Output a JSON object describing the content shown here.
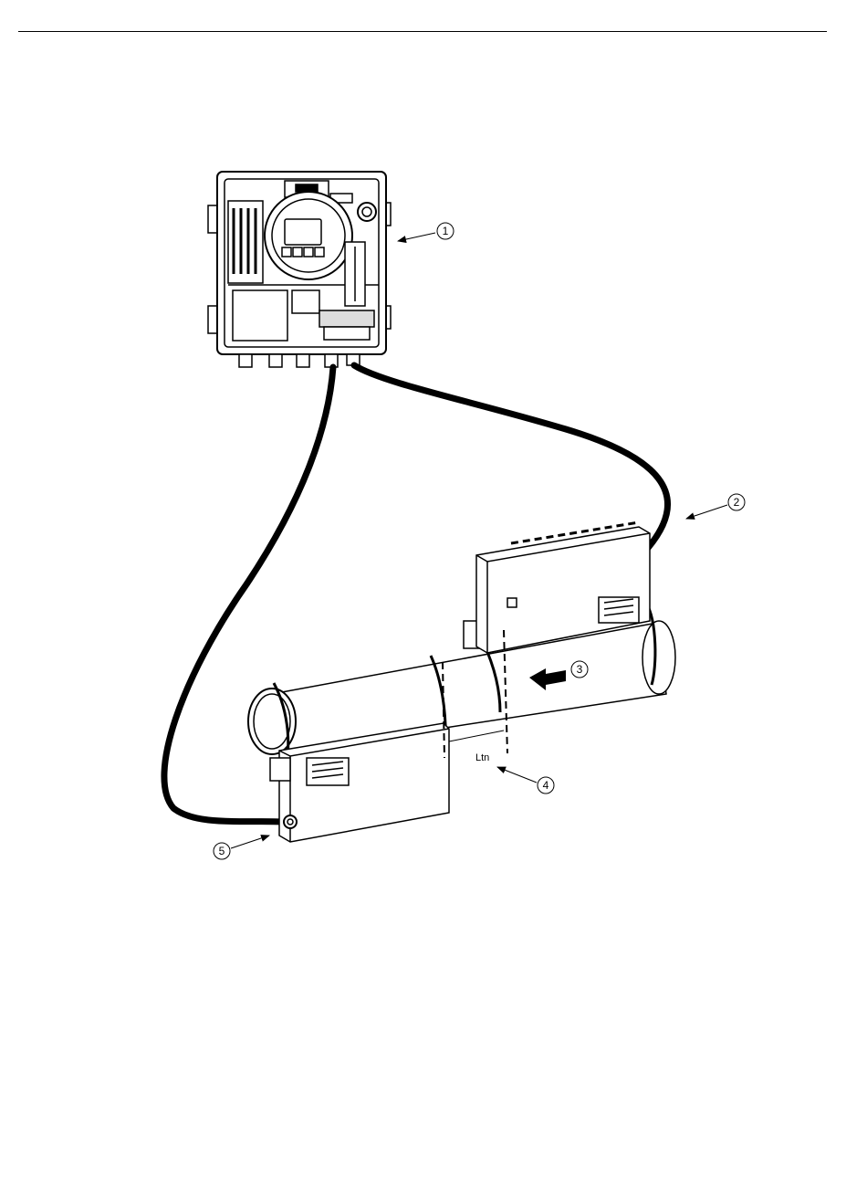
{
  "callouts": {
    "c1": "1",
    "c2": "2",
    "c3": "3",
    "c4": "4",
    "c5": "5"
  },
  "dimension_label": "Ltn",
  "colors": {
    "line": "#000000",
    "fill": "#ffffff"
  }
}
